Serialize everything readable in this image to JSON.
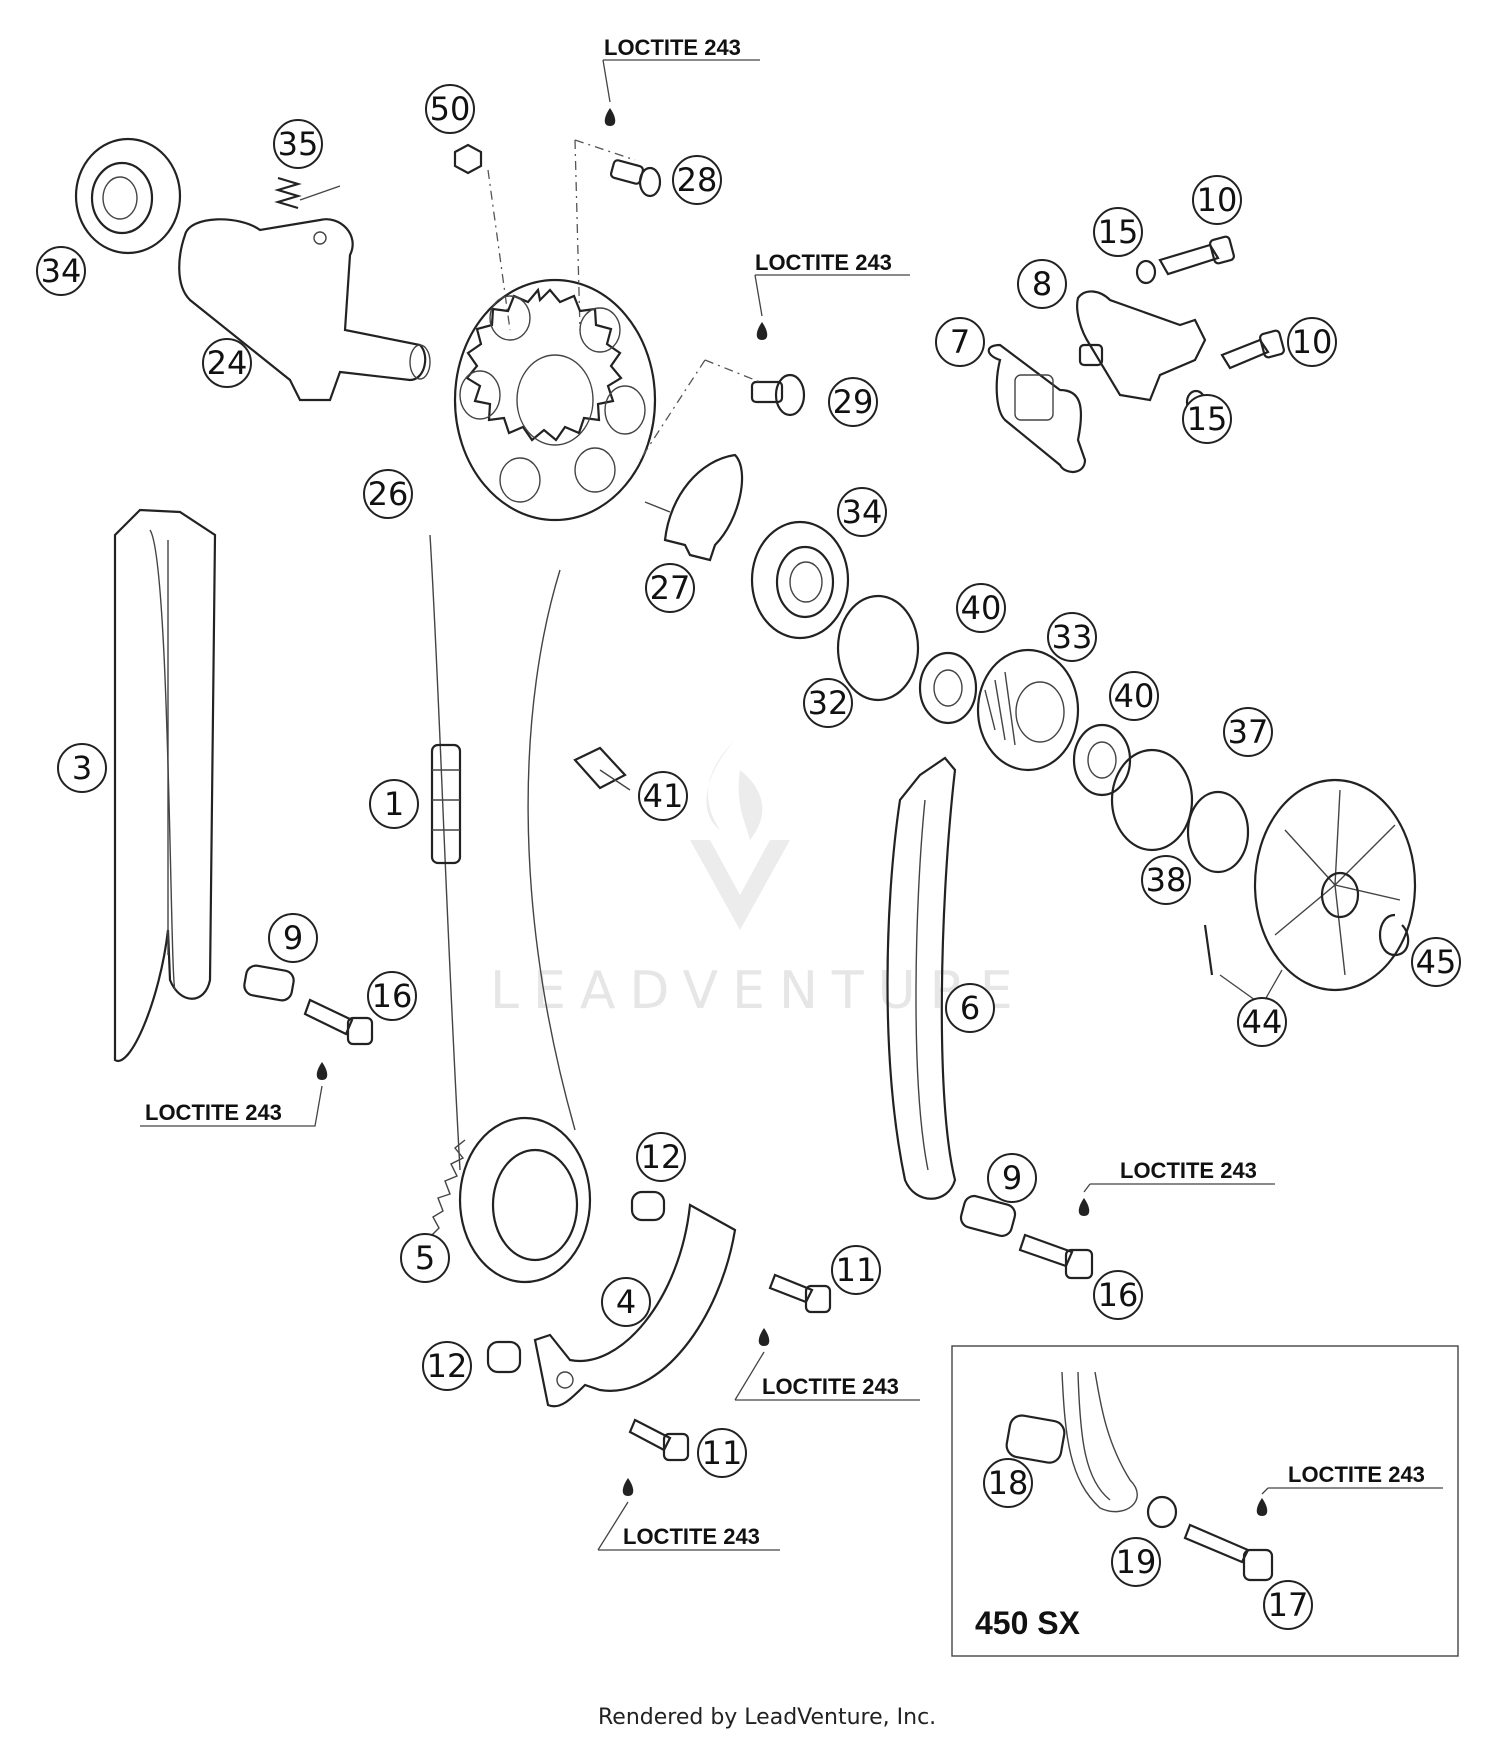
{
  "callouts": [
    {
      "label": "1"
    },
    {
      "label": "3"
    },
    {
      "label": "4"
    },
    {
      "label": "5"
    },
    {
      "label": "6"
    },
    {
      "label": "7"
    },
    {
      "label": "8"
    },
    {
      "label": "9"
    },
    {
      "label": "9"
    },
    {
      "label": "10"
    },
    {
      "label": "10"
    },
    {
      "label": "11"
    },
    {
      "label": "11"
    },
    {
      "label": "12"
    },
    {
      "label": "12"
    },
    {
      "label": "15"
    },
    {
      "label": "15"
    },
    {
      "label": "16"
    },
    {
      "label": "16"
    },
    {
      "label": "17"
    },
    {
      "label": "18"
    },
    {
      "label": "19"
    },
    {
      "label": "24"
    },
    {
      "label": "26"
    },
    {
      "label": "27"
    },
    {
      "label": "28"
    },
    {
      "label": "29"
    },
    {
      "label": "32"
    },
    {
      "label": "33"
    },
    {
      "label": "34"
    },
    {
      "label": "34"
    },
    {
      "label": "35"
    },
    {
      "label": "37"
    },
    {
      "label": "38"
    },
    {
      "label": "40"
    },
    {
      "label": "40"
    },
    {
      "label": "41"
    },
    {
      "label": "44"
    },
    {
      "label": "45"
    },
    {
      "label": "50"
    }
  ],
  "notes": [
    {
      "text": "LOCTITE 243"
    },
    {
      "text": "LOCTITE 243"
    },
    {
      "text": "LOCTITE 243"
    },
    {
      "text": "LOCTITE 243"
    },
    {
      "text": "LOCTITE 243"
    },
    {
      "text": "LOCTITE 243"
    },
    {
      "text": "LOCTITE 243"
    }
  ],
  "inset": {
    "title": "450 SX"
  },
  "watermark": {
    "text": "LEADVENTURE",
    "icon": "flame-logo-icon"
  },
  "footer": {
    "text": "Rendered by LeadVenture, Inc."
  }
}
